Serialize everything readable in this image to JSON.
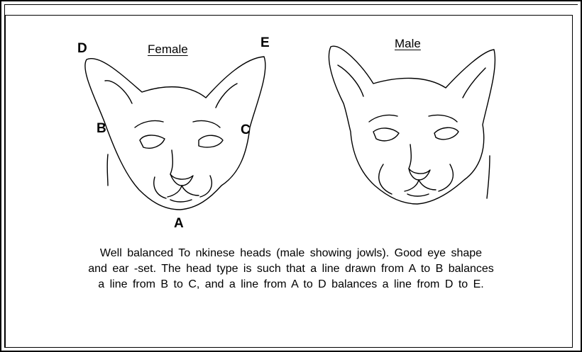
{
  "captions": {
    "female": "Female",
    "male": "Male"
  },
  "points": {
    "a": "A",
    "b": "B",
    "c": "C",
    "d": "D",
    "e": "E"
  },
  "caption_lines": [
    "Well balanced  To nkinese heads (male showing jowls). Good eye shape",
    "and ear -set. The head type is such that a line drawn from A to B balances",
    "a line from B to C, and a line from A to D balances  a line from D to E."
  ]
}
